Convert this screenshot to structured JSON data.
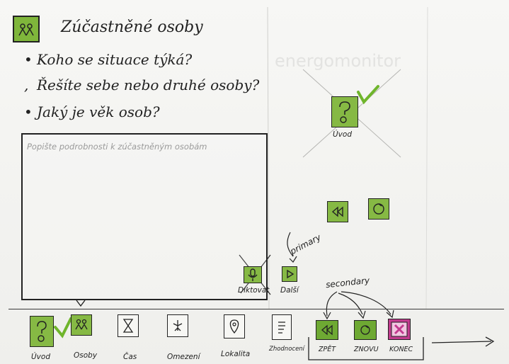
{
  "header": {
    "title": "Zúčastněné osoby"
  },
  "questions": [
    "Koho se situace týká?",
    "Řešíte sebe nebo druhé osoby?",
    "Jaký je věk osob?"
  ],
  "description": {
    "placeholder": "Popište podrobnosti k zúčastněným osobám"
  },
  "annotations": {
    "primary": "primary",
    "secondary": "secondary"
  },
  "inline_buttons": {
    "dictate": "Diktovat",
    "next": "Další"
  },
  "right_panel": {
    "intro_label": "Úvod"
  },
  "bottom_nav": [
    {
      "label": "Úvod"
    },
    {
      "label": "Osoby"
    },
    {
      "label": "Čas"
    },
    {
      "label": "Omezení"
    },
    {
      "label": "Lokalita"
    },
    {
      "label": "Zhodnocení"
    }
  ],
  "secondary_buttons": {
    "back": "ZPĚT",
    "restart": "ZNOVU",
    "end": "KONEC"
  },
  "background_text": "energomonitor",
  "colors": {
    "green": "#86b944",
    "check_green": "#6fb52c",
    "pink": "#c23b8e"
  }
}
